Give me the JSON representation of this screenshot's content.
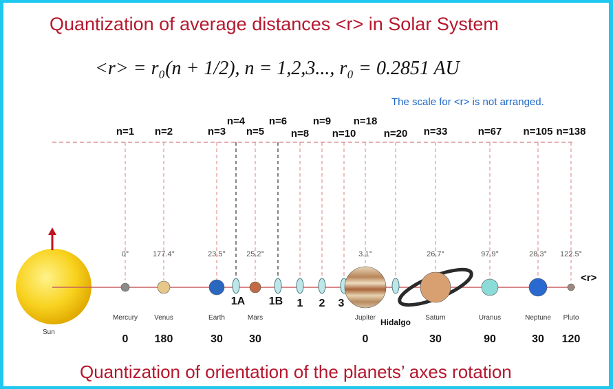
{
  "title": "Quantization of average distances <r> in Solar System",
  "formula": "<r> = r₀(n + 1/2),   n = 1,2,3...,   r₀ = 0.2851 AU",
  "scale_note": "The scale for <r> is not arranged.",
  "footer": "Quantization of orientation of the planets’ axes rotation",
  "axis_label": "<r>",
  "sun_label": "Sun",
  "n_labels": [
    "n=1",
    "n=2",
    "n=3",
    "n=4",
    "n=5",
    "n=6",
    "n=8",
    "n=9",
    "n=10",
    "n=18",
    "n=20",
    "n=33",
    "n=67",
    "n=105",
    "n=138"
  ],
  "planets": [
    {
      "name": "Mercury",
      "tilt": "0°",
      "orientation": "0",
      "color": "#8a8a8a"
    },
    {
      "name": "Venus",
      "tilt": "177.4°",
      "orientation": "180",
      "color": "#e6c88a"
    },
    {
      "name": "Earth",
      "tilt": "23.5°",
      "orientation": "30",
      "color": "#2a68c0"
    },
    {
      "name": "Mars",
      "tilt": "25.2°",
      "orientation": "30",
      "color": "#c26a45"
    },
    {
      "name": "Jupiter",
      "tilt": "3.1°",
      "orientation": "0",
      "color": "#c89a6a"
    },
    {
      "name": "Saturn",
      "tilt": "26.7°",
      "orientation": "30",
      "color": "#d8a070"
    },
    {
      "name": "Uranus",
      "tilt": "97.9°",
      "orientation": "90",
      "color": "#8adcd8"
    },
    {
      "name": "Neptune",
      "tilt": "28.3°",
      "orientation": "30",
      "color": "#2a6ad0"
    },
    {
      "name": "Pluto",
      "tilt": "122.5°",
      "orientation": "120",
      "color": "#9a8a80"
    }
  ],
  "ring_labels": [
    "1A",
    "1B",
    "1",
    "2",
    "3"
  ],
  "hidalgo_label": "Hidalgo"
}
